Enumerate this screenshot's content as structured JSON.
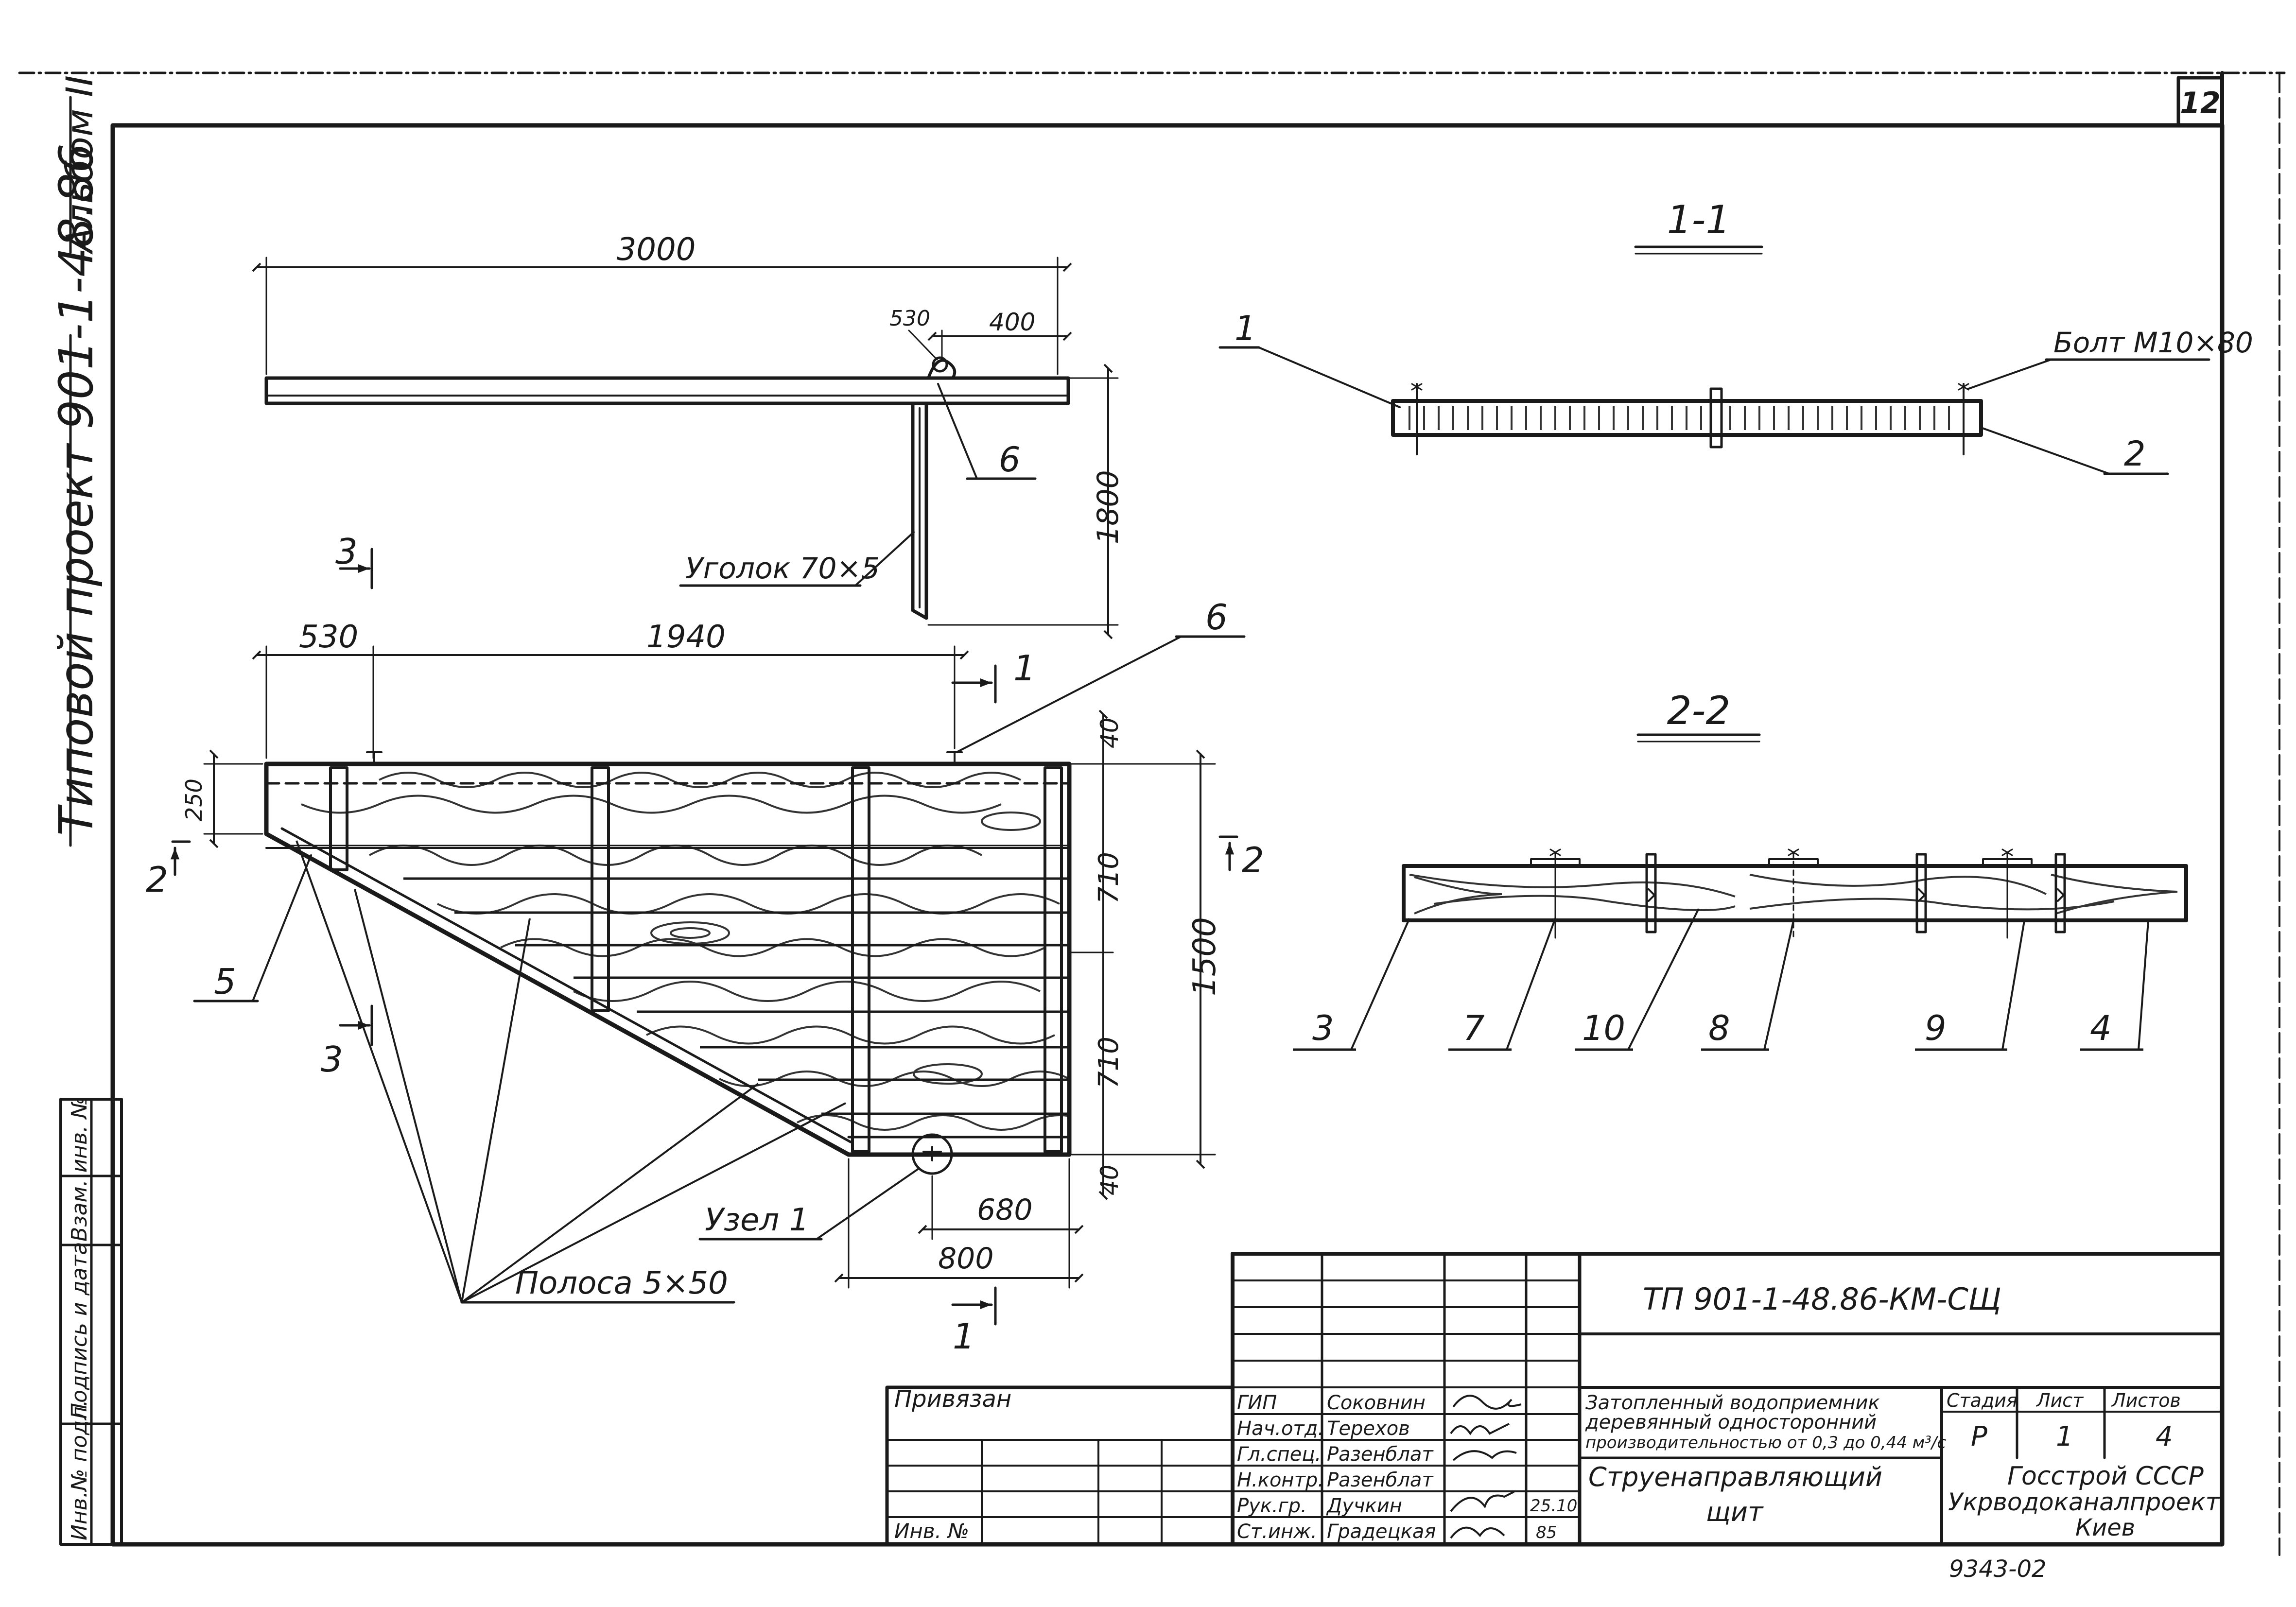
{
  "sheet_number": "12",
  "side_title": "Типовой проект 901-1-48.86",
  "side_album": "Альбом II",
  "plan_view": {
    "dim_total": "3000",
    "dim_pin": "530",
    "dim_right": "400",
    "dim_depth": "1800",
    "callout_6": "6",
    "angle_label": "Уголок 70×5"
  },
  "front_view": {
    "section_3_top": "3",
    "section_3_bottom": "3",
    "section_1_top": "1",
    "section_1_bottom": "1",
    "section_2_left": "2",
    "section_2_right": "2",
    "dim_530": "530",
    "dim_1940": "1940",
    "dim_250": "250",
    "dim_40_top": "40",
    "dim_710_top": "710",
    "dim_710_bottom": "710",
    "dim_40_bottom": "40",
    "dim_1500": "1500",
    "dim_680": "680",
    "dim_800": "800",
    "callout_5": "5",
    "callout_6": "6",
    "node_label": "Узел 1",
    "strip_label": "Полоса 5×50"
  },
  "section_1_1": {
    "title": "1-1",
    "callout_1": "1",
    "callout_2": "2",
    "bolt_label": "Болт М10×80"
  },
  "section_2_2": {
    "title": "2-2",
    "callouts": [
      "3",
      "7",
      "10",
      "8",
      "9",
      "4"
    ]
  },
  "side_stamp": [
    "Инв.№ подл.",
    "Подпись и дата",
    "Взам. инв. №"
  ],
  "title_block": {
    "doc_code": "ТП 901-1-48.86-КМ-СЩ",
    "privyazan": "Привязан",
    "inv_no": "Инв. №",
    "roles": [
      "ГИП",
      "Нач.отд.",
      "Гл.спец.",
      "Н.контр.",
      "Рук.гр.",
      "Ст.инж."
    ],
    "names": [
      "Соковнин",
      "Терехов",
      "Разенблат",
      "Разенблат",
      "Дучкин",
      "Градецкая"
    ],
    "dates": [
      "25.10",
      "85"
    ],
    "project_desc": [
      "Затопленный водоприемник",
      "деревянный односторонний",
      "производительностью от 0,3 до 0,44 м³/с"
    ],
    "sheet_title": [
      "Струенаправляющий",
      "щит"
    ],
    "stage_header": "Стадия",
    "sheet_header": "Лист",
    "sheets_header": "Листов",
    "stage": "Р",
    "sheet": "1",
    "sheets": "4",
    "org": [
      "Госстрой СССР",
      "Укрводоканалпроект",
      "Киев"
    ],
    "archive_no": "9343-02"
  }
}
